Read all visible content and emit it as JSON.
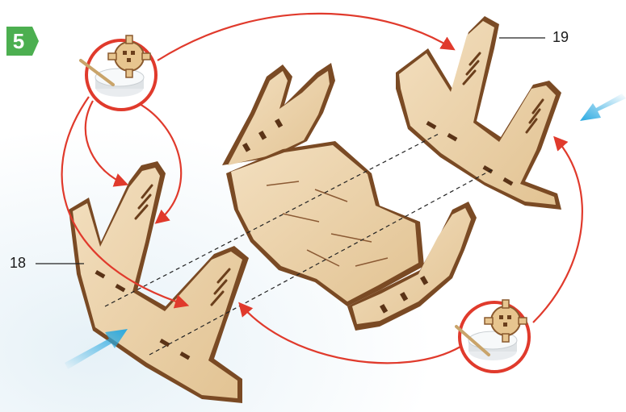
{
  "step": {
    "number": "5",
    "badge_color": "#4caf50"
  },
  "parts": [
    {
      "id": "part-18",
      "label": "18"
    },
    {
      "id": "part-19",
      "label": "19"
    }
  ],
  "colors": {
    "wood_face": "#ecd3ad",
    "wood_edge": "#7a4a24",
    "arrow_red": "#e03a2c",
    "push_arrow_blue": "#29a9e1",
    "guide_line": "#222222"
  },
  "icons": [
    "glue-pot-icon",
    "gear-icon",
    "glue-brush-icon",
    "push-arrow-icon"
  ]
}
